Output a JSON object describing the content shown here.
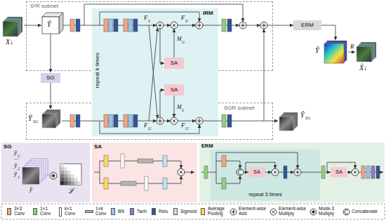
{
  "diagram": {
    "nodes": [
      {
        "text": [
          "S²R subnet"
        ]
      },
      {
        "text": [
          "SGR subnet"
        ]
      },
      {
        "text": [
          "IRM",
          "repeat k times"
        ]
      },
      {
        "text": [
          "SA"
        ],
        "in": 2
      },
      {
        "text": [
          "SA"
        ],
        "in": 2
      },
      {
        "text": [
          "SG"
        ]
      },
      {
        "text": [
          "ERM"
        ]
      },
      {
        "text": [
          "SG"
        ]
      },
      {
        "text": [
          "SA"
        ]
      },
      {
        "text": [
          "ERM"
        ]
      },
      {
        "text": [
          "repeat 3 times"
        ],
        "in": 9
      },
      {
        "text": [
          "SA"
        ],
        "in": 10
      },
      {
        "text": [
          "SA"
        ],
        "in": 9
      }
    ],
    "labels": [
      "X↓",
      "Ỹ",
      "F",
      "S",
      "F",
      "S′",
      "M",
      "G",
      "M",
      "S",
      "F",
      "G",
      "F",
      "G′",
      "Ŷ",
      "X̂↓",
      "R",
      "Ỹ",
      "SG",
      "Ŷ",
      "SG",
      "ỹ",
      "C",
      "...",
      "ỹ",
      "2",
      "ỹ",
      "1",
      "ỹ",
      "ℒ"
    ],
    "legend": [
      {
        "text": "3×3 Conv",
        "color": "#f4a582"
      },
      {
        "text": "1×1 Conv",
        "color": "#8fd07f"
      },
      {
        "text": "k×1 Conv",
        "color": "#ffffff"
      },
      {
        "text": "1×k Conv",
        "color": "#b4b4b4"
      },
      {
        "text": "BN",
        "color": "#9dc3e6"
      },
      {
        "text": "Tanh",
        "color": "#8e7cc3"
      },
      {
        "text": "Relu",
        "color": "#2f5597"
      },
      {
        "text": "Sigmoid",
        "color": "#bde4f4"
      },
      {
        "text": "Average Pooling",
        "color": "#ffd966"
      },
      {
        "text": "Element-wise Add"
      },
      {
        "text": "Element-wise Multiply"
      },
      {
        "text": "Mode-3 Multiply"
      },
      {
        "text": "Concatenate"
      }
    ]
  }
}
